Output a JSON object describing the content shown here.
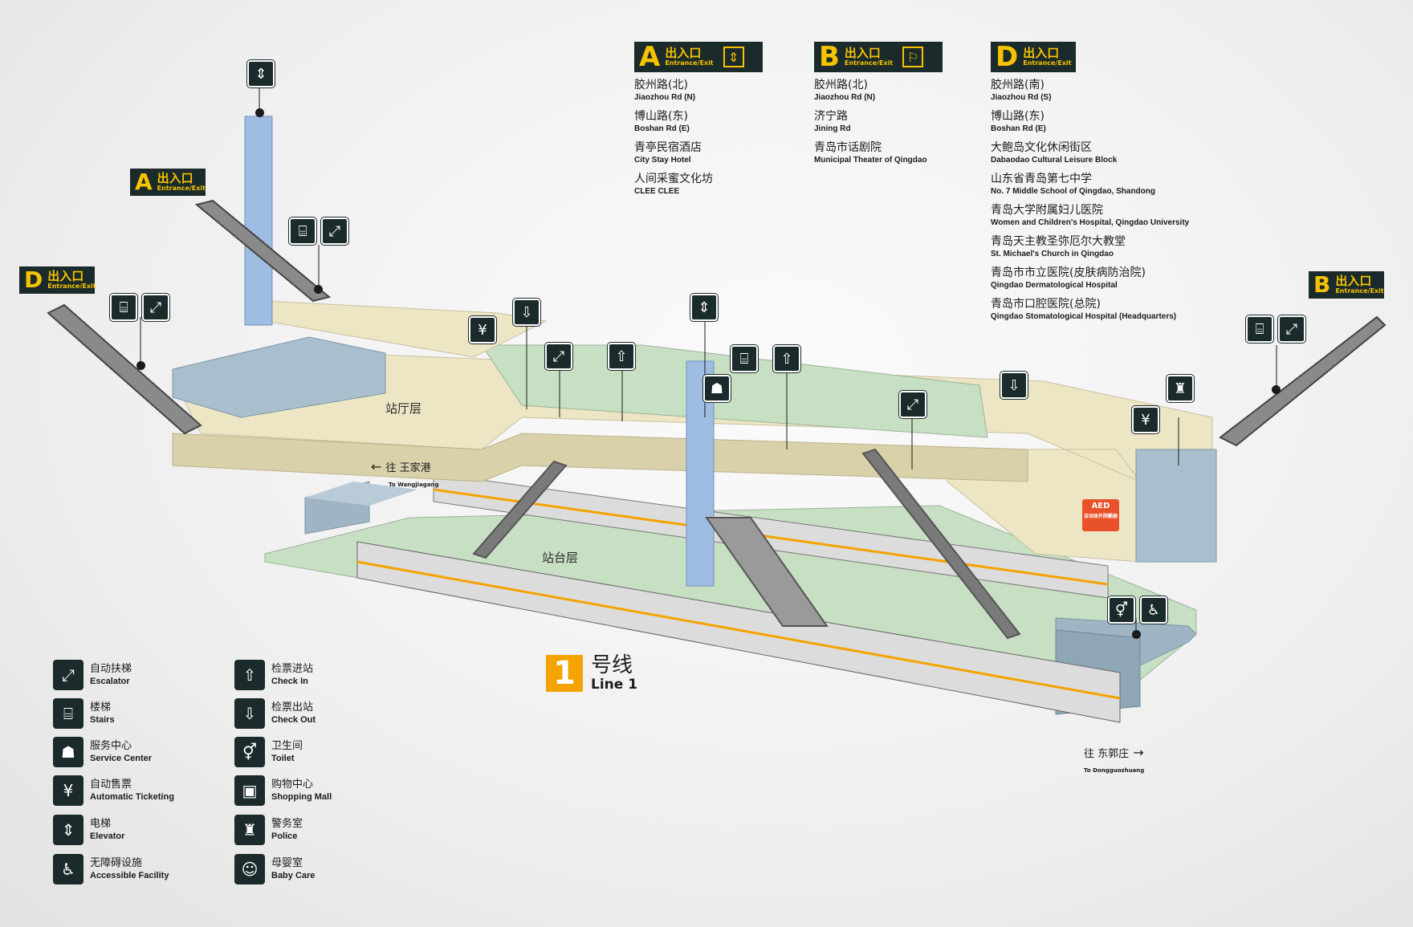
{
  "exits": {
    "A_top": {
      "letter": "A",
      "zh": "出入口",
      "en": "Entrance/Exit",
      "icon": "elevator-icon"
    },
    "B_top": {
      "letter": "B",
      "zh": "出入口",
      "en": "Entrance/Exit",
      "icon": "stairlift-icon"
    },
    "D_top": {
      "letter": "D",
      "zh": "出入口",
      "en": "Entrance/Exit"
    },
    "A_map": {
      "letter": "A",
      "zh": "出入口",
      "en": "Entrance/Exit"
    },
    "D_map": {
      "letter": "D",
      "zh": "出入口",
      "en": "Entrance/Exit"
    },
    "B_map": {
      "letter": "B",
      "zh": "出入口",
      "en": "Entrance/Exit"
    }
  },
  "destinations": {
    "A": [
      {
        "zh": "胶州路(北)",
        "en": "Jiaozhou Rd (N)"
      },
      {
        "zh": "博山路(东)",
        "en": "Boshan Rd (E)"
      },
      {
        "zh": "青亭民宿酒店",
        "en": "City Stay Hotel"
      },
      {
        "zh": "人间采蜜文化坊",
        "en": "CLEE CLEE"
      }
    ],
    "B": [
      {
        "zh": "胶州路(北)",
        "en": "Jiaozhou Rd (N)"
      },
      {
        "zh": "济宁路",
        "en": "Jining Rd"
      },
      {
        "zh": "青岛市话剧院",
        "en": "Municipal Theater of Qingdao"
      }
    ],
    "D": [
      {
        "zh": "胶州路(南)",
        "en": "Jiaozhou Rd (S)"
      },
      {
        "zh": "博山路(东)",
        "en": "Boshan Rd (E)"
      },
      {
        "zh": "大鲍岛文化休闲街区",
        "en": "Dabaodao Cultural Leisure Block"
      },
      {
        "zh": "山东省青岛第七中学",
        "en": "No. 7 Middle School of Qingdao, Shandong"
      },
      {
        "zh": "青岛大学附属妇儿医院",
        "en": "Women and Children's Hospital, Qingdao University"
      },
      {
        "zh": "青岛天主教圣弥厄尔大教堂",
        "en": "St. Michael's Church in Qingdao"
      },
      {
        "zh": "青岛市市立医院(皮肤病防治院)",
        "en": "Qingdao Dermatological Hospital"
      },
      {
        "zh": "青岛市口腔医院(总院)",
        "en": "Qingdao Stomatological Hospital (Headquarters)"
      }
    ]
  },
  "levels": {
    "concourse": "站厅层",
    "platform": "站台层"
  },
  "directions": {
    "west": {
      "zh": "往 王家港",
      "en": "To Wangjiagang"
    },
    "east": {
      "zh": "往 东郭庄",
      "en": "To Dongguozhuang"
    }
  },
  "line": {
    "num": "1",
    "zh": "号线",
    "en": "Line 1"
  },
  "aed": {
    "title": "AED",
    "sub": "自动体外除颤器"
  },
  "legend": [
    {
      "zh": "自动扶梯",
      "en": "Escalator",
      "icon": "escalator-icon",
      "glyph": "⤢"
    },
    {
      "zh": "楼梯",
      "en": "Stairs",
      "icon": "stairs-icon",
      "glyph": "⌸"
    },
    {
      "zh": "服务中心",
      "en": "Service Center",
      "icon": "service-center-icon",
      "glyph": "☗"
    },
    {
      "zh": "自动售票",
      "en": "Automatic Ticketing",
      "icon": "ticket-machine-icon",
      "glyph": "¥"
    },
    {
      "zh": "电梯",
      "en": "Elevator",
      "icon": "elevator-icon",
      "glyph": "⇕"
    },
    {
      "zh": "无障碍设施",
      "en": "Accessible Facility",
      "icon": "wheelchair-icon",
      "glyph": "♿"
    },
    {
      "zh": "检票进站",
      "en": "Check In",
      "icon": "check-in-icon",
      "glyph": "⇧"
    },
    {
      "zh": "检票出站",
      "en": "Check Out",
      "icon": "check-out-icon",
      "glyph": "⇩"
    },
    {
      "zh": "卫生间",
      "en": "Toilet",
      "icon": "toilet-icon",
      "glyph": "⚥"
    },
    {
      "zh": "购物中心",
      "en": "Shopping Mall",
      "icon": "shopping-icon",
      "glyph": "▣"
    },
    {
      "zh": "警务室",
      "en": "Police",
      "icon": "police-icon",
      "glyph": "♜"
    },
    {
      "zh": "母婴室",
      "en": "Baby Care",
      "icon": "baby-care-icon",
      "glyph": "☺"
    }
  ],
  "colors": {
    "dark": "#1b2a2a",
    "yellow": "#f6c300",
    "concourse": "#ede6c4",
    "platform": "#c7dfc2",
    "structure": "#a9bfcd",
    "elevator": "#9fbde3",
    "line_badge": "#f4a300",
    "aed": "#e8512a"
  }
}
